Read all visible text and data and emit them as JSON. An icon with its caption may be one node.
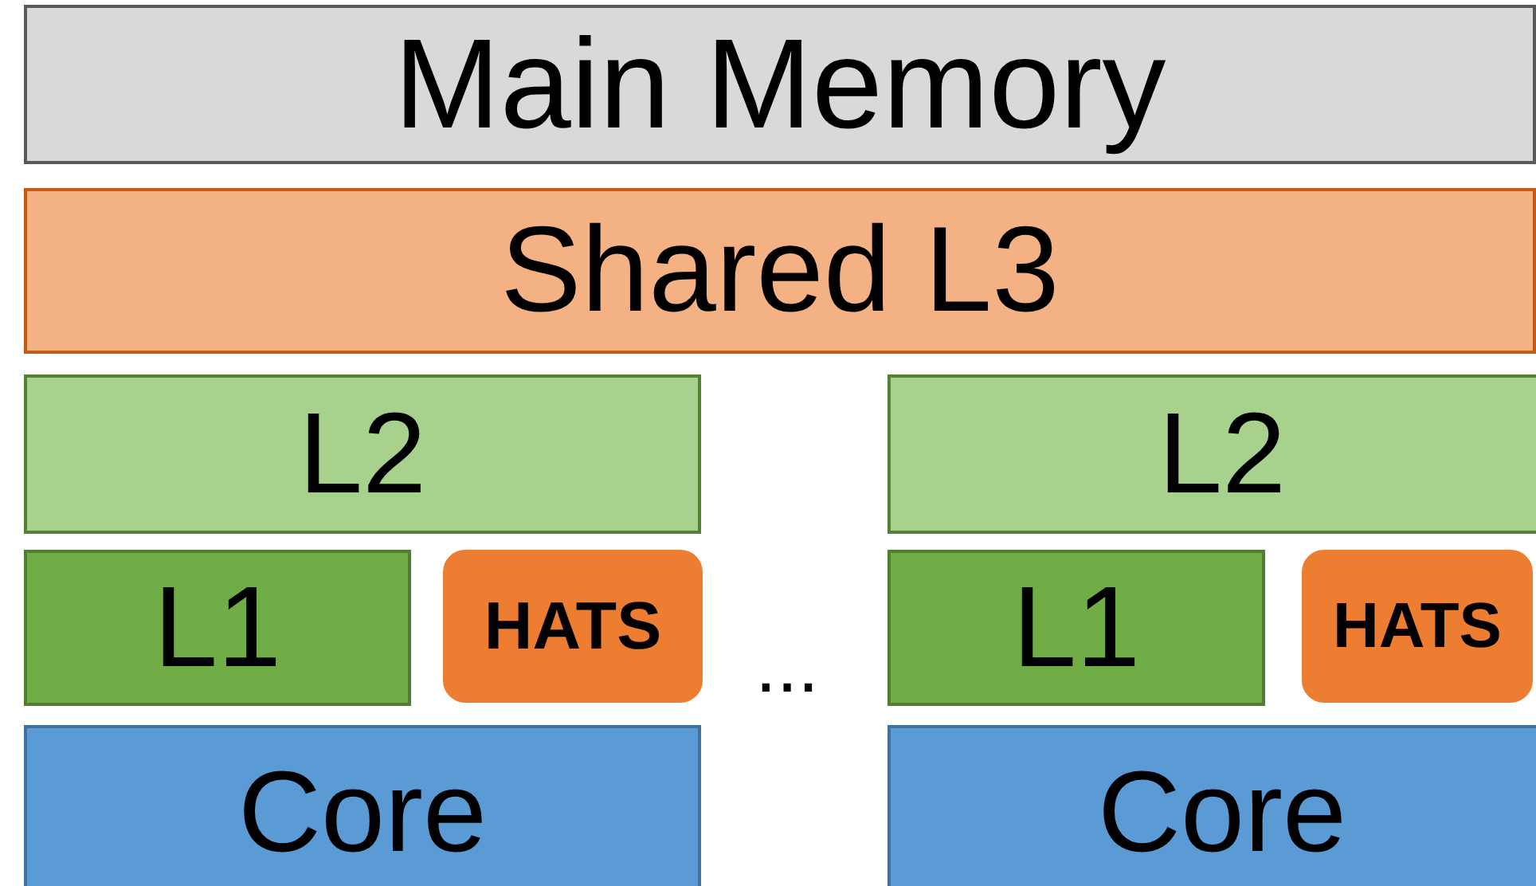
{
  "diagram": {
    "nodes": [
      {
        "text": [
          "Main Memory"
        ]
      },
      {
        "text": [
          "Shared L3"
        ]
      },
      {
        "text": [
          "L2"
        ]
      },
      {
        "text": [
          "L1"
        ]
      },
      {
        "text": [
          "HATS"
        ]
      },
      {
        "text": [
          "Core"
        ]
      },
      {
        "text": [
          "L2"
        ]
      },
      {
        "text": [
          "L1"
        ]
      },
      {
        "text": [
          "HATS"
        ]
      },
      {
        "text": [
          "Core"
        ]
      }
    ],
    "edges": [],
    "labels": [
      "..."
    ]
  }
}
